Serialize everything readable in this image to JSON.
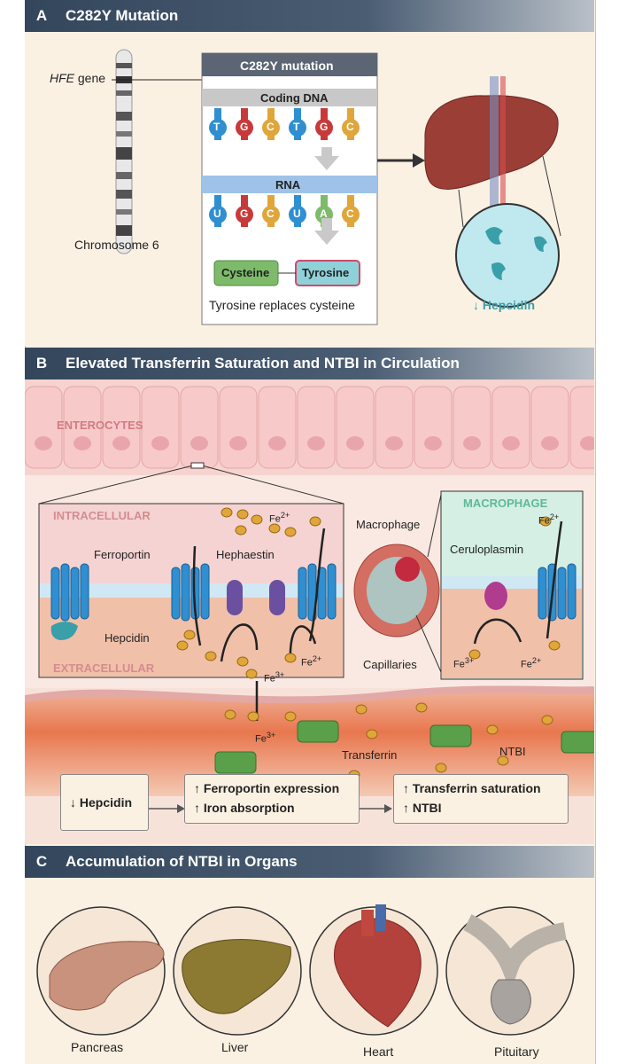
{
  "panelA": {
    "letter": "A",
    "title": "C282Y Mutation",
    "gene_label_italic": "HFE",
    "gene_label_rest": " gene",
    "chromosome_label": "Chromosome 6",
    "mutation_box_title": "C282Y mutation",
    "coding_dna_label": "Coding DNA",
    "dna_bases": [
      "T",
      "G",
      "C",
      "T",
      "G",
      "C"
    ],
    "rna_label": "RNA",
    "rna_bases": [
      "U",
      "G",
      "C",
      "U",
      "A",
      "C"
    ],
    "cysteine": "Cysteine",
    "tyrosine": "Tyrosine",
    "replace_text": "Tyrosine replaces cysteine",
    "hepcidin_label": "↓ Hepcidin"
  },
  "panelB": {
    "letter": "B",
    "title": "Elevated Transferrin Saturation and NTBI in Circulation",
    "enterocytes": "ENTEROCYTES",
    "intracellular": "INTRACELLULAR",
    "extracellular": "EXTRACELLULAR",
    "ferroportin": "Ferroportin",
    "hephaestin": "Hephaestin",
    "hepcidin": "Hepcidin",
    "fe2_base": "Fe",
    "fe2_sup": "2+",
    "fe3_base": "Fe",
    "fe3_sup": "3+",
    "macrophage": "Macrophage",
    "macrophage_inset": "MACROPHAGE",
    "ceruloplasmin": "Ceruloplasmin",
    "capillaries": "Capillaries",
    "transferrin": "Transferrin",
    "ntbi": "NTBI",
    "flow_box1": "↓ Hepcidin",
    "flow_box2_line1": "↑ Ferroportin expression",
    "flow_box2_line2": "↑ Iron absorption",
    "flow_box3_line1": "↑ Transferrin saturation",
    "flow_box3_line2": "↑ NTBI"
  },
  "panelC": {
    "letter": "C",
    "title": "Accumulation of NTBI in Organs",
    "organs": [
      "Pancreas",
      "Liver",
      "Heart",
      "Pituitary"
    ]
  },
  "colors": {
    "band": "#33465c",
    "cream": "#fbf1e3",
    "ferroportin_blue": "#2f8fd0",
    "hephaestin_purple": "#6b4fa0",
    "iron_gold": "#e0a63a",
    "transferrin_green": "#5aa04a",
    "hepcidin_teal": "#3a9fa8",
    "capillary_red": "#e66a4a"
  }
}
